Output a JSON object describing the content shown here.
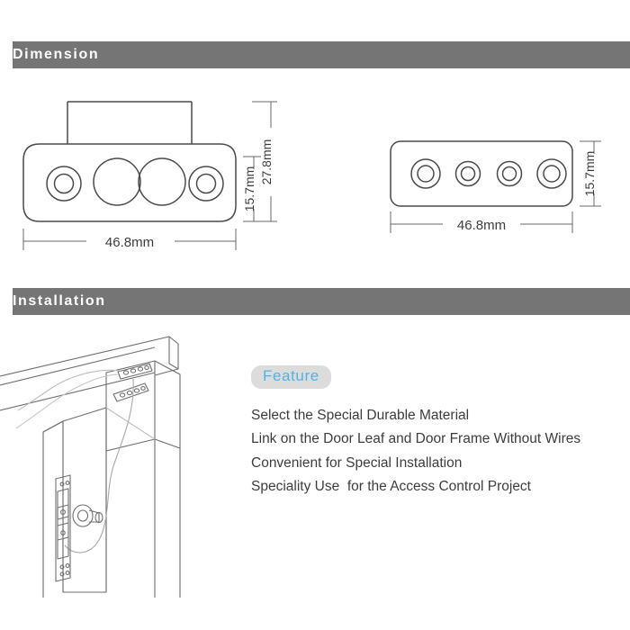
{
  "sections": {
    "dimension": {
      "title": "Dimension"
    },
    "installation": {
      "title": "Installation"
    }
  },
  "dimension_drawing_left": {
    "name": "sensor-front-view",
    "width_label": "46.8mm",
    "height_label_inner": "15.7mm",
    "height_label_outer": "27.8mm",
    "holes": 4
  },
  "dimension_drawing_right": {
    "name": "sensor-side-view",
    "width_label": "46.8mm",
    "height_label": "15.7mm",
    "holes": 4
  },
  "installation_drawing": {
    "name": "door-frame-installation-diagram"
  },
  "feature": {
    "pill_label": "Feature",
    "items": [
      "Select the Special Durable Material",
      "Link on the Door Leaf and Door Frame Without Wires",
      "Convenient for Special Installation",
      "Speciality Use  for the Access Control Project"
    ]
  },
  "colors": {
    "bar_gray": "#757575",
    "feature_pill_bg": "#dcdcdc",
    "feature_text_blue": "#4fb3e8",
    "line_art": "#4a4a4a",
    "background": "#ffffff"
  }
}
